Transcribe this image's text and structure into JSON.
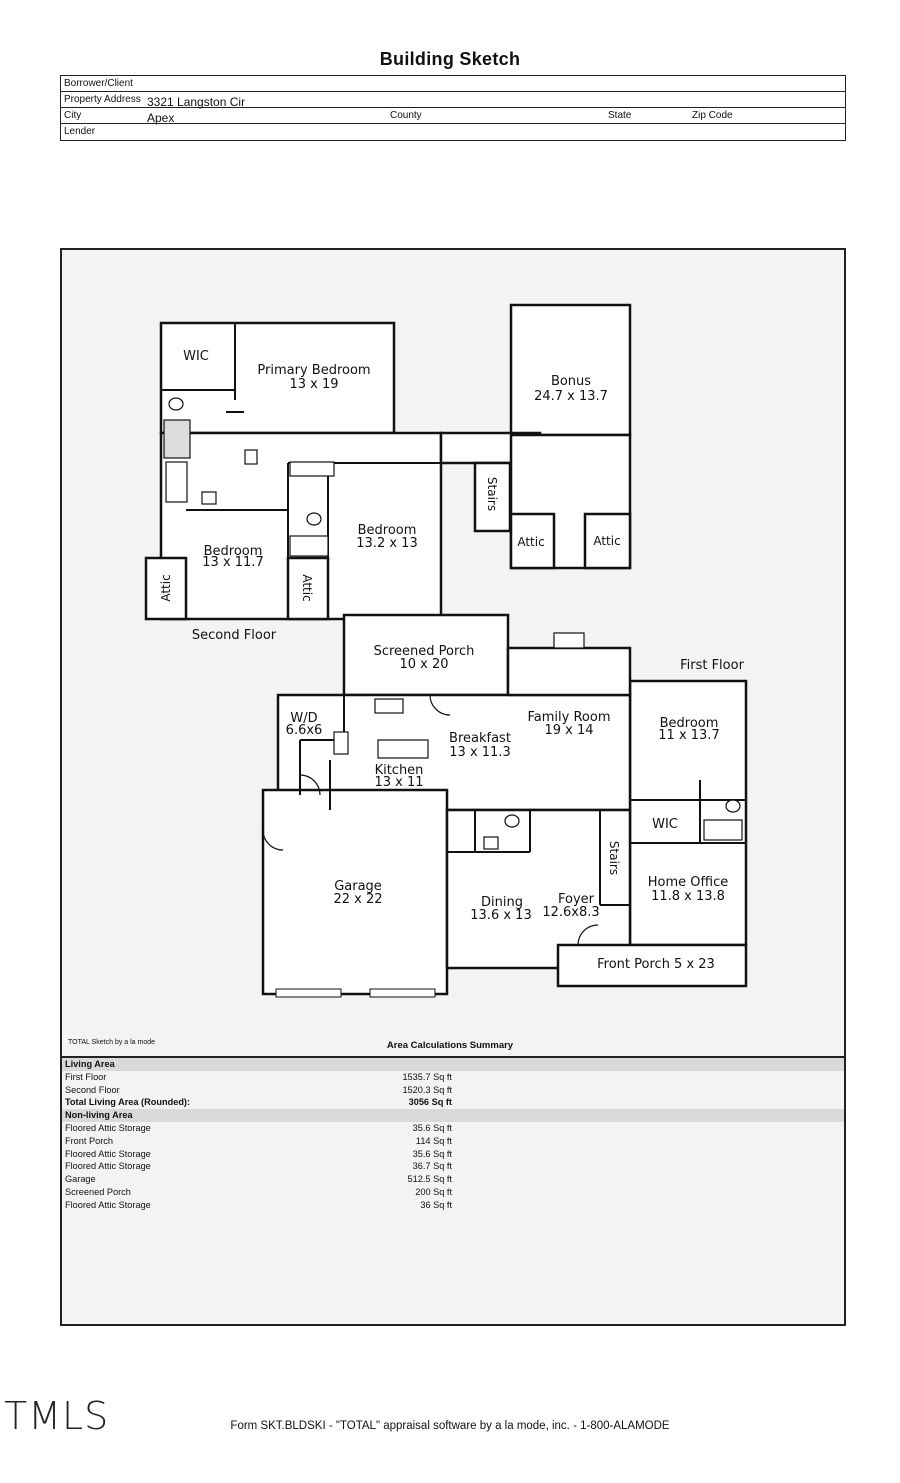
{
  "title": "Building Sketch",
  "header": {
    "borrower_label": "Borrower/Client",
    "address_label": "Property Address",
    "address_value": "3321 Langston Cir",
    "city_label": "City",
    "city_value": "Apex",
    "county_label": "County",
    "state_label": "State",
    "zip_label": "Zip Code",
    "lender_label": "Lender"
  },
  "plan": {
    "second_floor_label": "Second Floor",
    "first_floor_label": "First Floor",
    "rooms": {
      "wic_upper": "WIC",
      "primary_name": "Primary Bedroom",
      "primary_dim": "13 x 19",
      "bonus_name": "Bonus",
      "bonus_dim": "24.7 x 13.7",
      "stairs_upper": "Stairs",
      "attic_1": "Attic",
      "attic_2": "Attic",
      "bed2_name": "Bedroom",
      "bed2_dim": "13.2 x 13",
      "bed3_name": "Bedroom",
      "bed3_dim": "13 x 11.7",
      "attic_3": "Attic",
      "attic_4": "Attic",
      "screened_name": "Screened Porch",
      "screened_dim": "10 x 20",
      "wd_name": "W/D",
      "wd_dim": "6.6x6",
      "breakfast_name": "Breakfast",
      "breakfast_dim": "13 x 11.3",
      "family_name": "Family Room",
      "family_dim": "19 x 14",
      "bed_first_name": "Bedroom",
      "bed_first_dim": "11 x 13.7",
      "kitchen_name": "Kitchen",
      "kitchen_dim": "13 x 11",
      "wic_lower": "WIC",
      "stairs_lower": "Stairs",
      "garage_name": "Garage",
      "garage_dim": "22 x 22",
      "dining_name": "Dining",
      "dining_dim": "13.6 x 13",
      "foyer_name": "Foyer",
      "foyer_dim": "12.6x8.3",
      "office_name": "Home Office",
      "office_dim": "11.8 x 13.8",
      "front_porch": "Front Porch 5 x 23"
    }
  },
  "sketch_credit": "TOTAL Sketch by a la mode",
  "area_title": "Area Calculations Summary",
  "summary": {
    "living_head": "Living Area",
    "rows_living": [
      {
        "label": "First Floor",
        "value": "1535.7 Sq ft"
      },
      {
        "label": "Second Floor",
        "value": "1520.3 Sq ft"
      }
    ],
    "total_label": "Total Living Area (Rounded):",
    "total_value": "3056 Sq ft",
    "nonliving_head": "Non-living Area",
    "rows_nonliving": [
      {
        "label": "Floored Attic Storage",
        "value": "35.6 Sq ft"
      },
      {
        "label": "Front Porch",
        "value": "114 Sq ft"
      },
      {
        "label": "Floored Attic Storage",
        "value": "35.6 Sq ft"
      },
      {
        "label": "Floored Attic Storage",
        "value": "36.7 Sq ft"
      },
      {
        "label": "Garage",
        "value": "512.5 Sq ft"
      },
      {
        "label": "Screened Porch",
        "value": "200 Sq ft"
      },
      {
        "label": "Floored Attic Storage",
        "value": "36 Sq ft"
      }
    ]
  },
  "watermark": "TMLS",
  "footer": "Form SKT.BLDSKI - \"TOTAL\" appraisal software by a la mode, inc. - 1-800-ALAMODE"
}
